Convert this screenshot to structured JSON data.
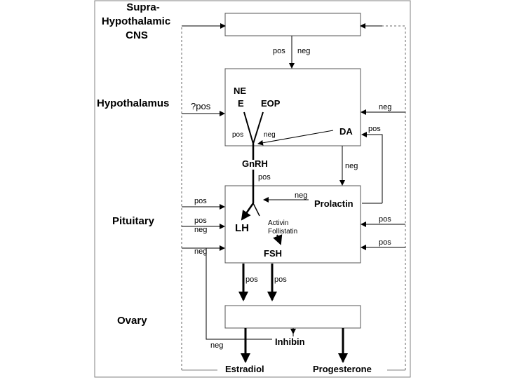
{
  "stages": {
    "supra": [
      "Supra-",
      "Hypothalamic",
      "CNS"
    ],
    "hypothalamus": "Hypothalamus",
    "pituitary": "Pituitary",
    "ovary": "Ovary"
  },
  "hypothalamus_box": {
    "ne_line1": "NE",
    "ne_line2": "E",
    "eop": "EOP",
    "da": "DA",
    "pos": "pos",
    "neg": "neg"
  },
  "pituitary_box": {
    "lh": "LH",
    "fsh": "FSH",
    "activin": "Activin",
    "follistatin": "Follistatin",
    "prolactin": "Prolactin",
    "prolactin_neg": "neg"
  },
  "hormones": {
    "gnrh": "GnRH",
    "inhibin": "Inhibin",
    "estradiol": "Estradiol",
    "progesterone": "Progesterone"
  },
  "labels": {
    "supra_pos": "pos",
    "supra_neg": "neg",
    "qpos": "?pos",
    "right_neg_hypo": "neg",
    "right_pos_da": "pos",
    "da_neg": "neg",
    "gnrh_pos": "pos",
    "left_pos_1": "pos",
    "left_pos_2": "pos",
    "left_neg_2": "neg",
    "left_neg_3": "neg",
    "right_pos_1": "pos",
    "right_pos_2": "pos",
    "ovary_pos_1": "pos",
    "ovary_pos_2": "pos",
    "inhibin_neg": "neg"
  },
  "colors": {
    "line": "#000000",
    "frame": "#808080",
    "box_border": "#555555",
    "dashed": "#666666"
  }
}
